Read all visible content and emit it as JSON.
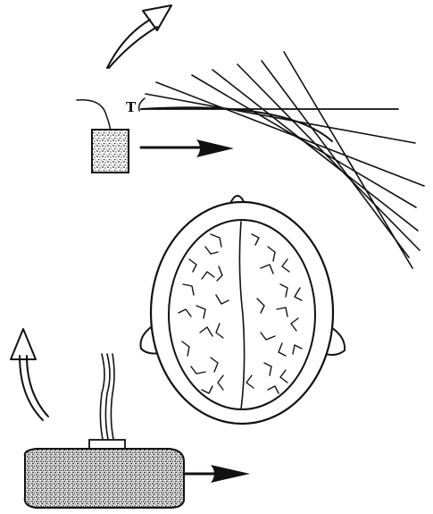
{
  "figure": {
    "angle_label": "T",
    "elements": [
      "small-coil-sensor",
      "large-coil-sensor",
      "brain-top-view",
      "field-lines",
      "rotation-arrows",
      "translation-arrows"
    ],
    "ink_color": "#111111",
    "background_color": "#ffffff"
  }
}
